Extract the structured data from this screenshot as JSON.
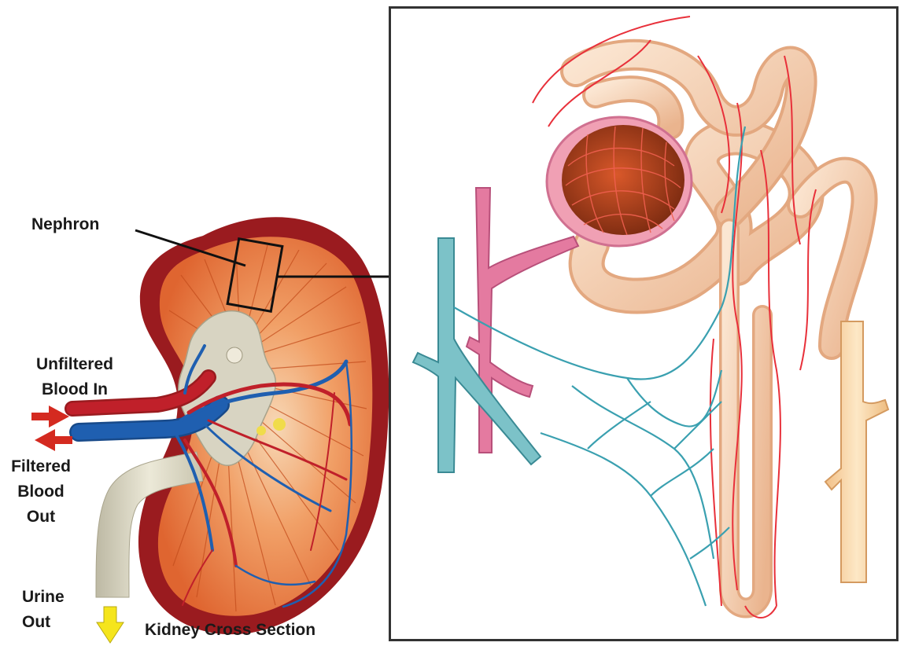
{
  "labels": {
    "nephron": "Nephron",
    "unfiltered_blood_in": [
      "Unfiltered",
      "Blood In"
    ],
    "filtered_blood_out": [
      "Filtered",
      "Blood",
      "Out"
    ],
    "urine_out": [
      "Urine",
      "Out"
    ],
    "kidney_cross_section": "Kidney Cross Section"
  },
  "colors": {
    "artery": "#c0202a",
    "vein": "#1f5fb0",
    "capsule": "#9a1b1f",
    "cortex": "#e8743a",
    "medulla_pale": "#f6c9a0",
    "ureter": "#dcd8c0",
    "arrow_red": "#d42a20",
    "arrow_yellow": "#f5e51c",
    "tubule": "#f4d2b0",
    "tubule_shade": "#e8b48c",
    "capillary_red": "#e8303a",
    "capillary_teal": "#3aa0b0",
    "arteriole_pink": "#e47aa0",
    "collecting_duct": "#f6d09a",
    "glomerulus": "#b8441c"
  }
}
